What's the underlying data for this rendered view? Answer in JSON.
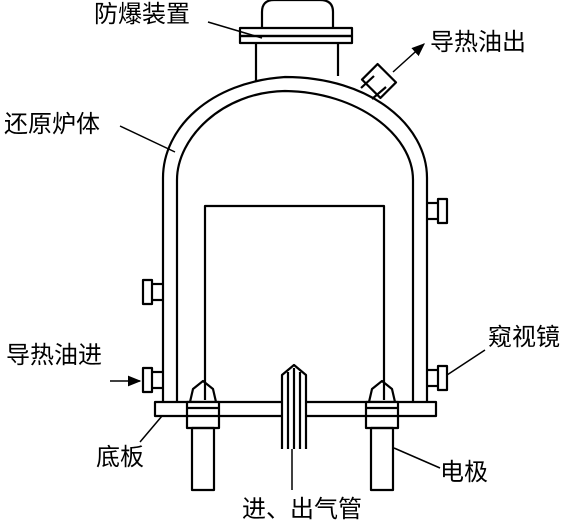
{
  "labels": {
    "explosion_proof": "防爆装置",
    "oil_out": "导热油出",
    "furnace_body": "还原炉体",
    "oil_in": "导热油进",
    "sight_glass": "窥视镜",
    "base_plate": "底板",
    "electrode": "电极",
    "gas_pipe": "进、出气管"
  },
  "colors": {
    "stroke": "#000000",
    "background": "#ffffff"
  }
}
